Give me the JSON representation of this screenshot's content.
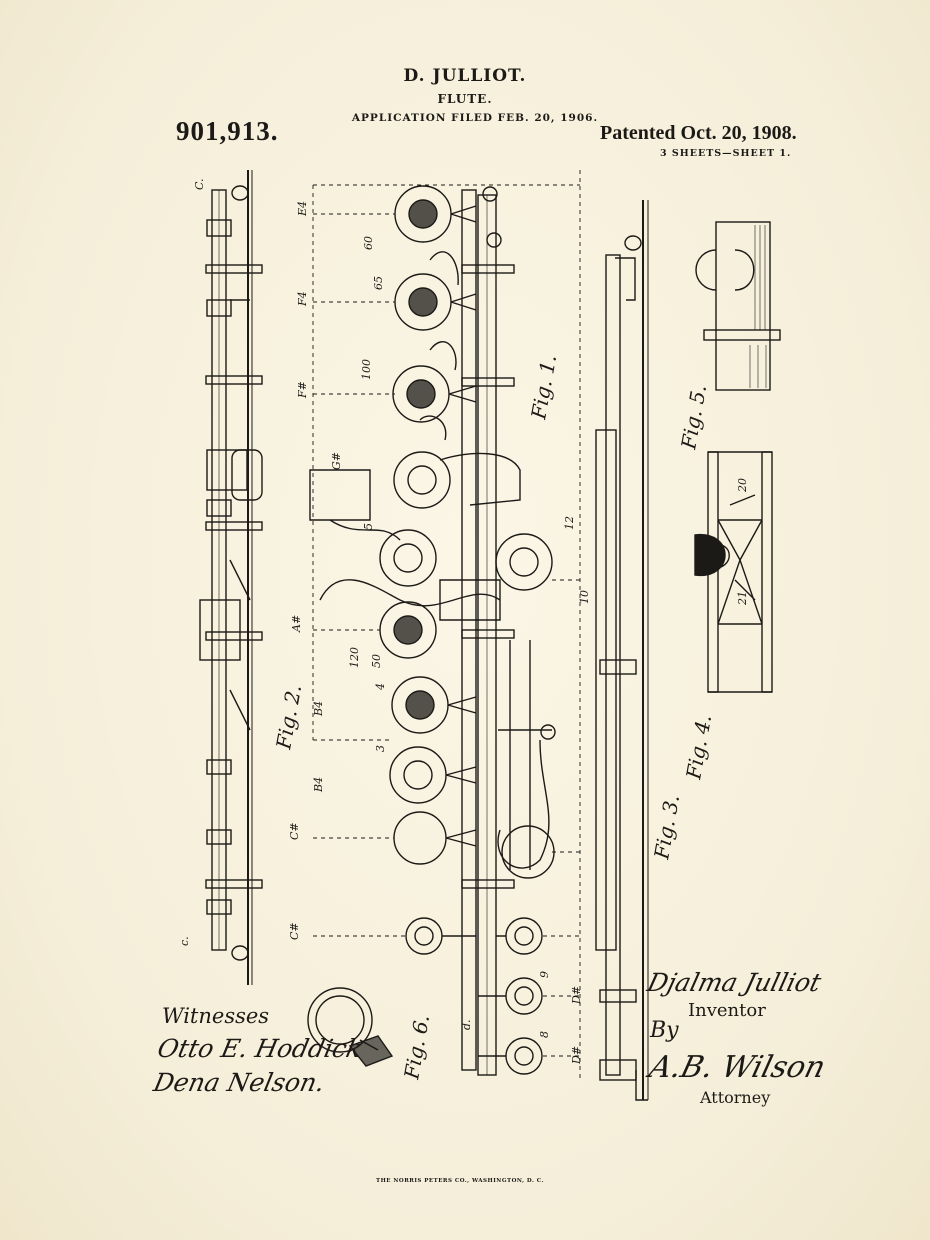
{
  "header": {
    "inventor": "D. JULLIOT.",
    "title": "FLUTE.",
    "filed": "APPLICATION FILED FEB. 20, 1906.",
    "patent_number": "901,913.",
    "patented": "Patented Oct. 20, 1908.",
    "sheets": "3 SHEETS—SHEET 1."
  },
  "figures": {
    "fig1": "Fig. 1.",
    "fig2": "Fig. 2.",
    "fig3": "Fig. 3.",
    "fig4": "Fig. 4.",
    "fig5": "Fig. 5.",
    "fig6": "Fig. 6."
  },
  "note_labels": [
    "E4",
    "F4",
    "F#",
    "G#",
    "A#",
    "B4",
    "B4",
    "C#",
    "C#",
    "D#",
    "D#",
    "C.",
    "c.",
    "d."
  ],
  "reference_labels": [
    "60",
    "65",
    "100",
    "120",
    "50",
    "12",
    "10",
    "20",
    "21",
    "9",
    "8",
    "3",
    "4",
    "5"
  ],
  "signatures": {
    "witnesses_label": "Witnesses",
    "witness_1": "Otto E. Hoddick",
    "witness_2": "Dena Nelson.",
    "inventor_signature": "Djalma Julliot",
    "inventor_label": "Inventor",
    "by_label": "By",
    "attorney_signature": "A.B. Wilson",
    "attorney_label": "Attorney"
  },
  "footer": {
    "printer": "THE NORRIS PETERS CO., WASHINGTON, D. C."
  }
}
